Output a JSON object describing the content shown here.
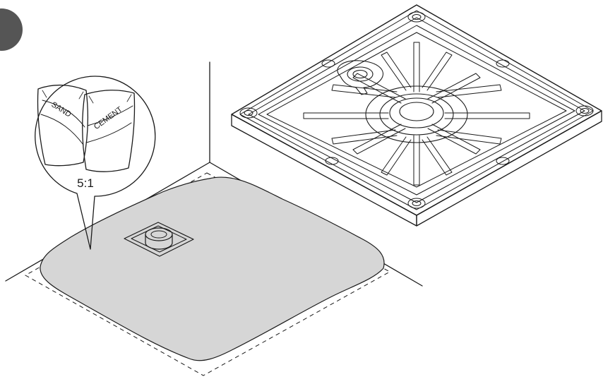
{
  "illustration": {
    "step_badge_color": "#555555",
    "screed_color": "#d6d6d6",
    "line_color": "#1a1a1a",
    "bag_left_label": "SAND",
    "bag_right_label": "CEMENT",
    "mix_ratio": "5:1"
  }
}
